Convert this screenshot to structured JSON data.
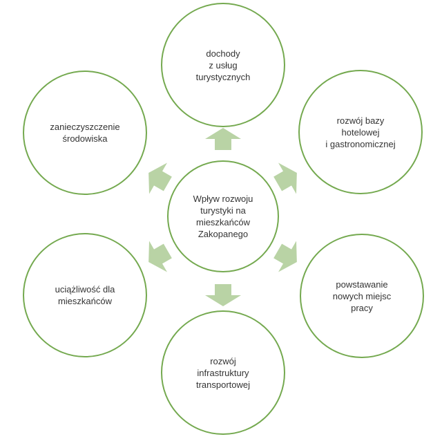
{
  "diagram": {
    "center": "Wpływ rozwoju\nturystyki na\nmieszkańców\nZakopanego",
    "top": "dochody\nz usług\nturystycznych",
    "top_right": "rozwój bazy\nhotelowej\ni gastronomicznej",
    "bottom_right": "powstawanie\nnowych miejsc\npracy",
    "bottom": "rozwój\ninfrastruktury\ntransportowej",
    "bottom_left": "uciążliwość dla\nmieszkańców",
    "top_left": "zanieczyszczenie\nśrodowiska"
  },
  "colors": {
    "node_border": "#74a94f",
    "arrow_fill": "#b9d3a5",
    "text": "#333333"
  }
}
